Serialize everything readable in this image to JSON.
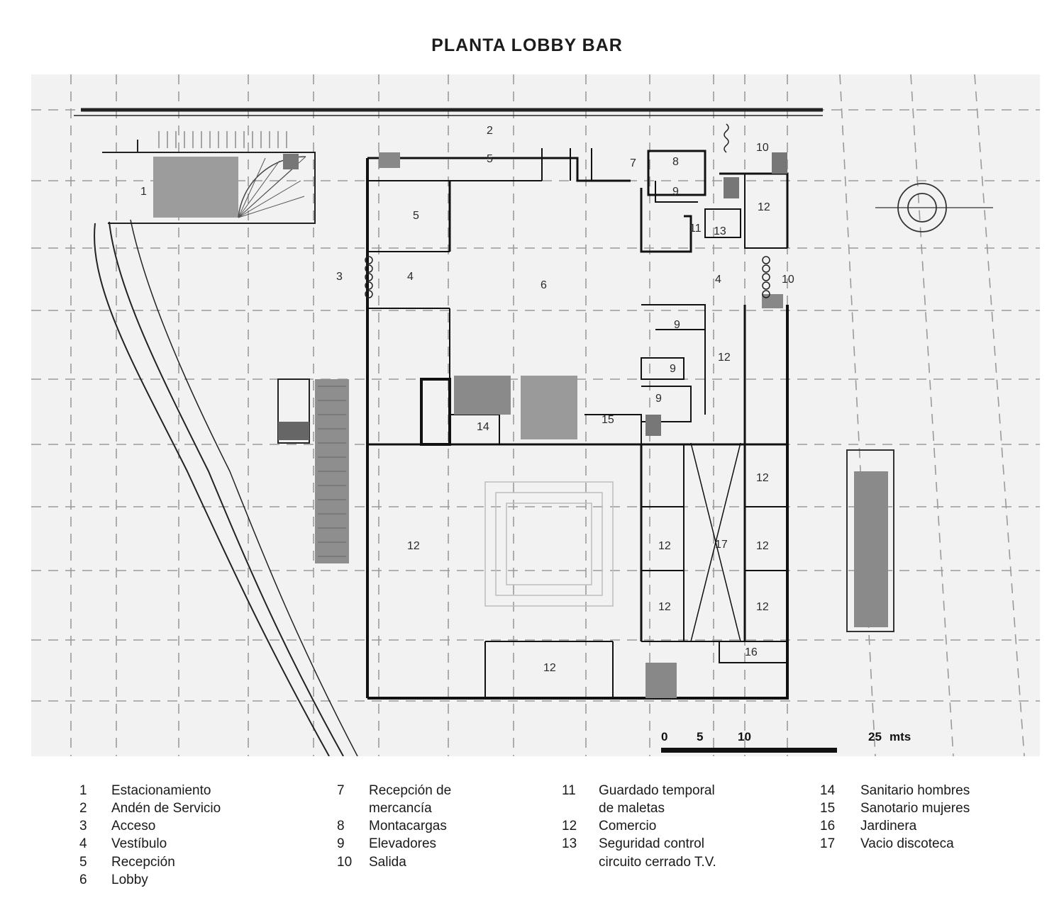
{
  "title": "PLANTA  LOBBY  BAR",
  "plan_tags": [
    "1",
    "2",
    "3",
    "4",
    "5",
    "6",
    "7",
    "8",
    "9",
    "10",
    "11",
    "12",
    "13",
    "14",
    "15",
    "16",
    "17"
  ],
  "scale": {
    "marks": [
      "0",
      "5",
      "10",
      "25"
    ],
    "unit": "mts"
  },
  "legend": [
    {
      "num": "1",
      "label": "Estacionamiento"
    },
    {
      "num": "2",
      "label": "Andén de Servicio"
    },
    {
      "num": "3",
      "label": "Acceso"
    },
    {
      "num": "4",
      "label": "Vestíbulo"
    },
    {
      "num": "5",
      "label": "Recepción"
    },
    {
      "num": "6",
      "label": "Lobby"
    },
    {
      "num": "7",
      "label": "Recepción de"
    },
    {
      "num": "",
      "label": "mercancía"
    },
    {
      "num": "8",
      "label": "Montacargas"
    },
    {
      "num": "9",
      "label": "Elevadores"
    },
    {
      "num": "10",
      "label": "Salida"
    },
    {
      "num": "11",
      "label": "Guardado temporal"
    },
    {
      "num": "",
      "label": "de maletas"
    },
    {
      "num": "12",
      "label": "Comercio"
    },
    {
      "num": "13",
      "label": "Seguridad control"
    },
    {
      "num": "",
      "label": "circuito cerrado T.V."
    },
    {
      "num": "14",
      "label": "Sanitario hombres"
    },
    {
      "num": "15",
      "label": "Sanotario mujeres"
    },
    {
      "num": "16",
      "label": "Jardinera"
    },
    {
      "num": "17",
      "label": "Vacio discoteca"
    }
  ]
}
